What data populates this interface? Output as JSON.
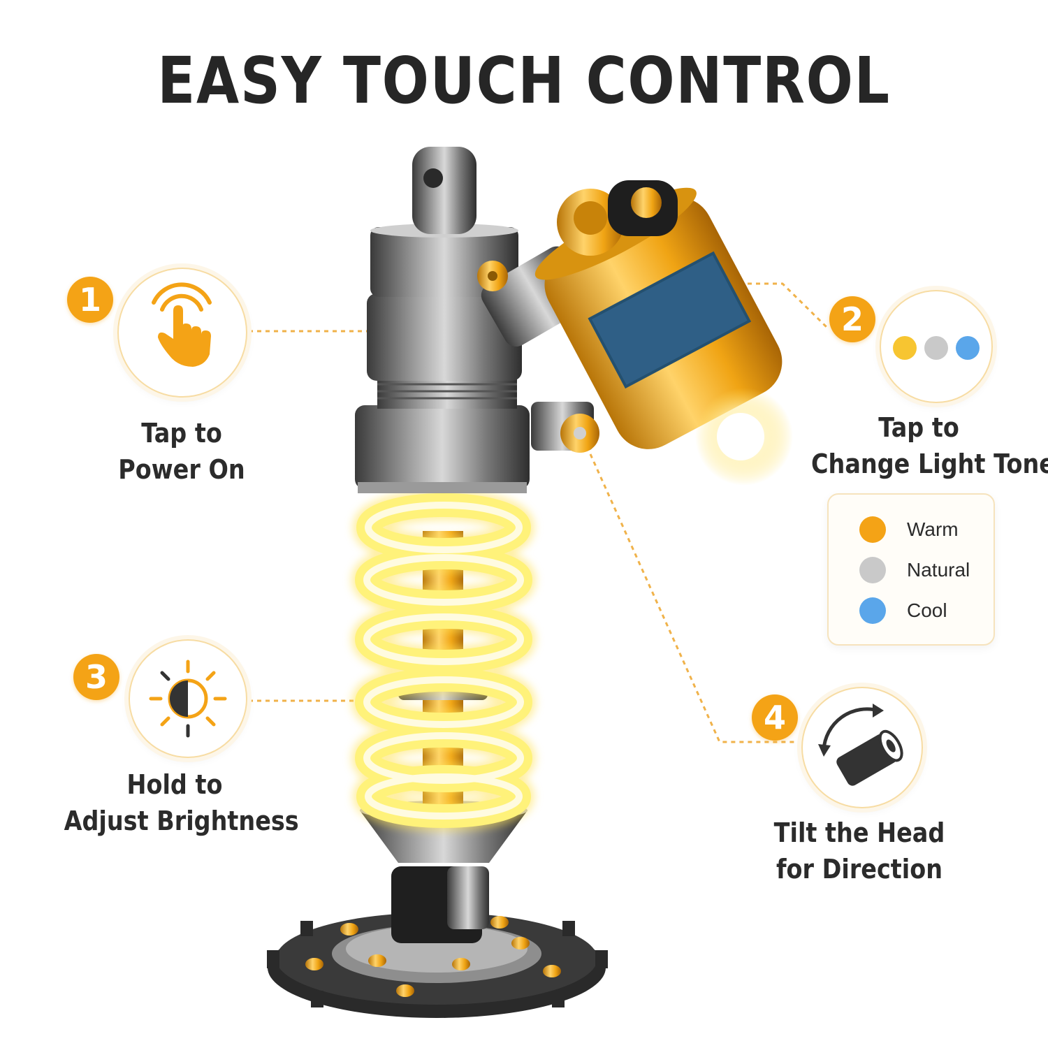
{
  "page": {
    "title": "EASY TOUCH CONTROL"
  },
  "features": [
    {
      "number": "1",
      "icon": "tap-hand-icon",
      "line1": "Tap to",
      "line2": "Power On"
    },
    {
      "number": "2",
      "icon": "color-dots-icon",
      "line1": "Tap to",
      "line2": "Change Light Tone"
    },
    {
      "number": "3",
      "icon": "brightness-icon",
      "line1": "Hold to",
      "line2": "Adjust Brightness"
    },
    {
      "number": "4",
      "icon": "tilt-head-icon",
      "line1": "Tilt the Head",
      "line2": "for Direction"
    }
  ],
  "tones": [
    {
      "label": "Warm",
      "color": "#f4a316"
    },
    {
      "label": "Natural",
      "color": "#c9c9c9"
    },
    {
      "label": "Cool",
      "color": "#5aa6ea"
    }
  ],
  "colors": {
    "accent": "#f4a316",
    "text": "#262626",
    "connector": "#f0b24a"
  }
}
